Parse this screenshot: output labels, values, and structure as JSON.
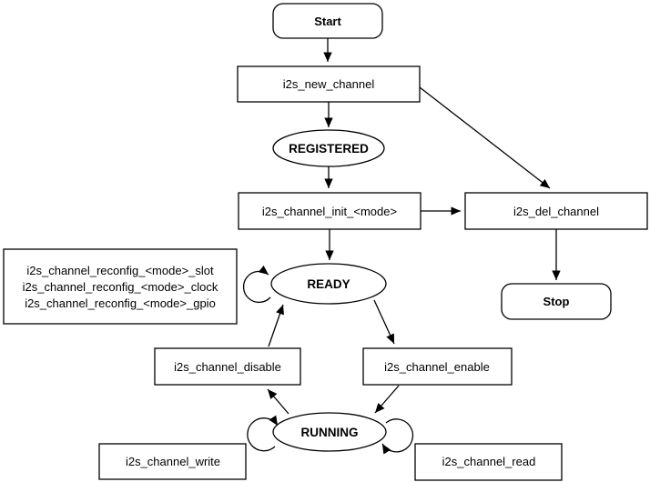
{
  "diagram": {
    "background": "#ffffff",
    "colors": {
      "state_text": "#0C62CC",
      "line": "#000000",
      "node_fill": "#ffffff"
    },
    "nodes": {
      "start": "Start",
      "new_channel": "i2s_new_channel",
      "registered": "REGISTERED",
      "init": "i2s_channel_init_<mode>",
      "del_channel": "i2s_del_channel",
      "stop": "Stop",
      "ready": "READY",
      "reconfig_slot": "i2s_channel_reconfig_<mode>_slot",
      "reconfig_clock": "i2s_channel_reconfig_<mode>_clock",
      "reconfig_gpio": "i2s_channel_reconfig_<mode>_gpio",
      "disable": "i2s_channel_disable",
      "enable": "i2s_channel_enable",
      "running": "RUNNING",
      "write": "i2s_channel_write",
      "read": "i2s_channel_read"
    }
  }
}
